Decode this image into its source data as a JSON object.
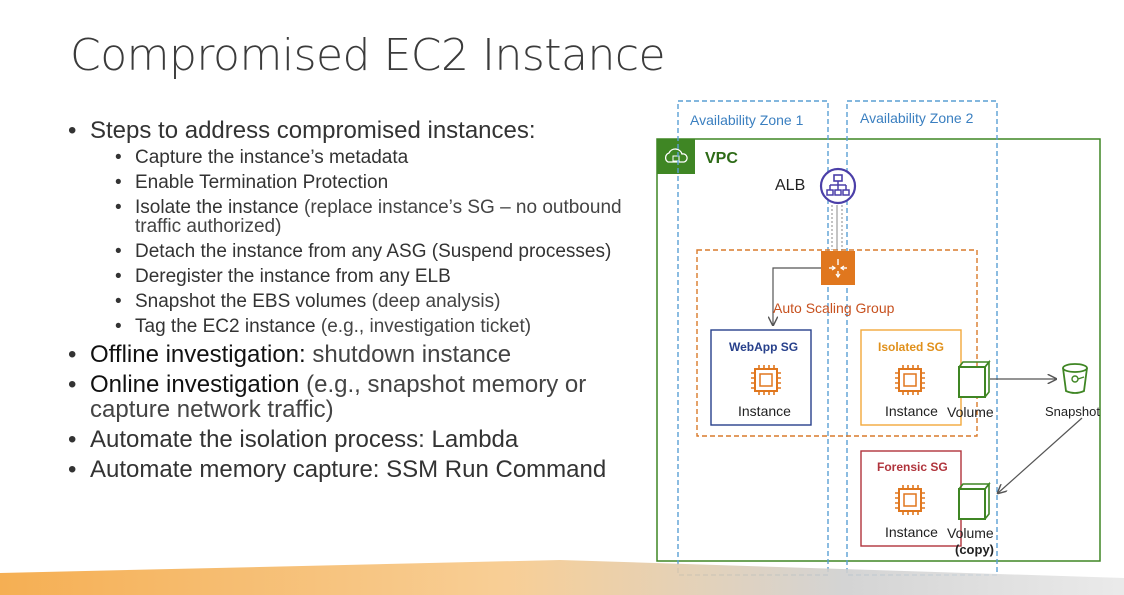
{
  "title": "Compromised EC2 Instance",
  "bullets": {
    "steps_heading": "Steps to address compromised instances:",
    "steps": [
      {
        "main": "Capture the instance’s metadata",
        "sub": ""
      },
      {
        "main": "Enable Termination Protection",
        "sub": ""
      },
      {
        "main": "Isolate the instance",
        "sub": " (replace instance’s SG – no outbound traffic authorized)"
      },
      {
        "main": "Detach the instance from any ASG (Suspend processes)",
        "sub": ""
      },
      {
        "main": "Deregister the instance from any ELB",
        "sub": ""
      },
      {
        "main": "Snapshot the EBS volumes",
        "sub": " (deep analysis)"
      },
      {
        "main": "Tag the EC2 instance",
        "sub": " (e.g., investigation ticket)"
      }
    ],
    "offline_main": "Offline investigation:",
    "offline_sub": " shutdown instance",
    "online_main": "Online investigation",
    "online_sub": " (e.g., snapshot memory or capture network traffic)",
    "automate_isolation": "Automate the isolation process: Lambda",
    "automate_memory": "Automate memory capture: SSM Run Command"
  },
  "diagram": {
    "az1_label": "Availability Zone 1",
    "az2_label": "Availability Zone 2",
    "vpc_label": "VPC",
    "alb_label": "ALB",
    "asg_label": "Auto Scaling Group",
    "webapp_sg_label": "WebApp SG",
    "isolated_sg_label": "Isolated SG",
    "forensic_sg_label": "Forensic SG",
    "instance_label": "Instance",
    "volume_label": "Volume",
    "volume_copy_label": "(copy)",
    "snapshot_label": "Snapshot",
    "colors": {
      "az_border": "#5a9fd4",
      "az_text": "#3a7fc0",
      "vpc_border": "#3f8624",
      "asg_border": "#d97a2b",
      "asg_text": "#c7511f",
      "webapp_border": "#27408b",
      "isolated_border": "#f2a93b",
      "forensic_border": "#b0343c",
      "ec2_orange": "#e0771e",
      "volume_green": "#3f8624",
      "alb_purple": "#4b3fa8"
    }
  }
}
